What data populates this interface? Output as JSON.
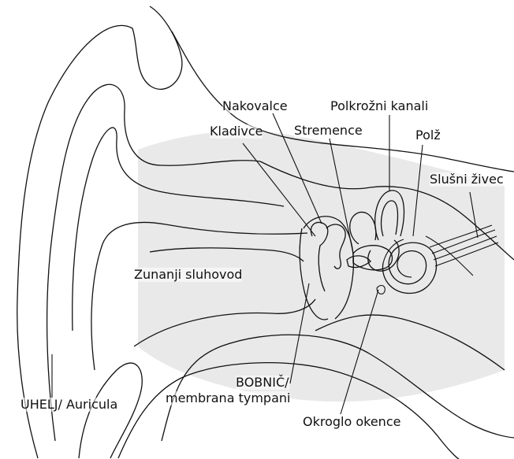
{
  "labels": {
    "nakovalce": "Nakovalce",
    "kladivce": "Kladivce",
    "stremence": "Stremence",
    "polkrozni": "Polkrožni kanali",
    "polz": "Polž",
    "slusni": "Slušni živec",
    "zunanji": "Zunanji sluhovod",
    "bobnic_1": "BOBNIČ/",
    "bobnic_2": "membrana tympani",
    "uhelj": "UHELJ/ Auricula",
    "okroglo": "Okroglo okence"
  }
}
